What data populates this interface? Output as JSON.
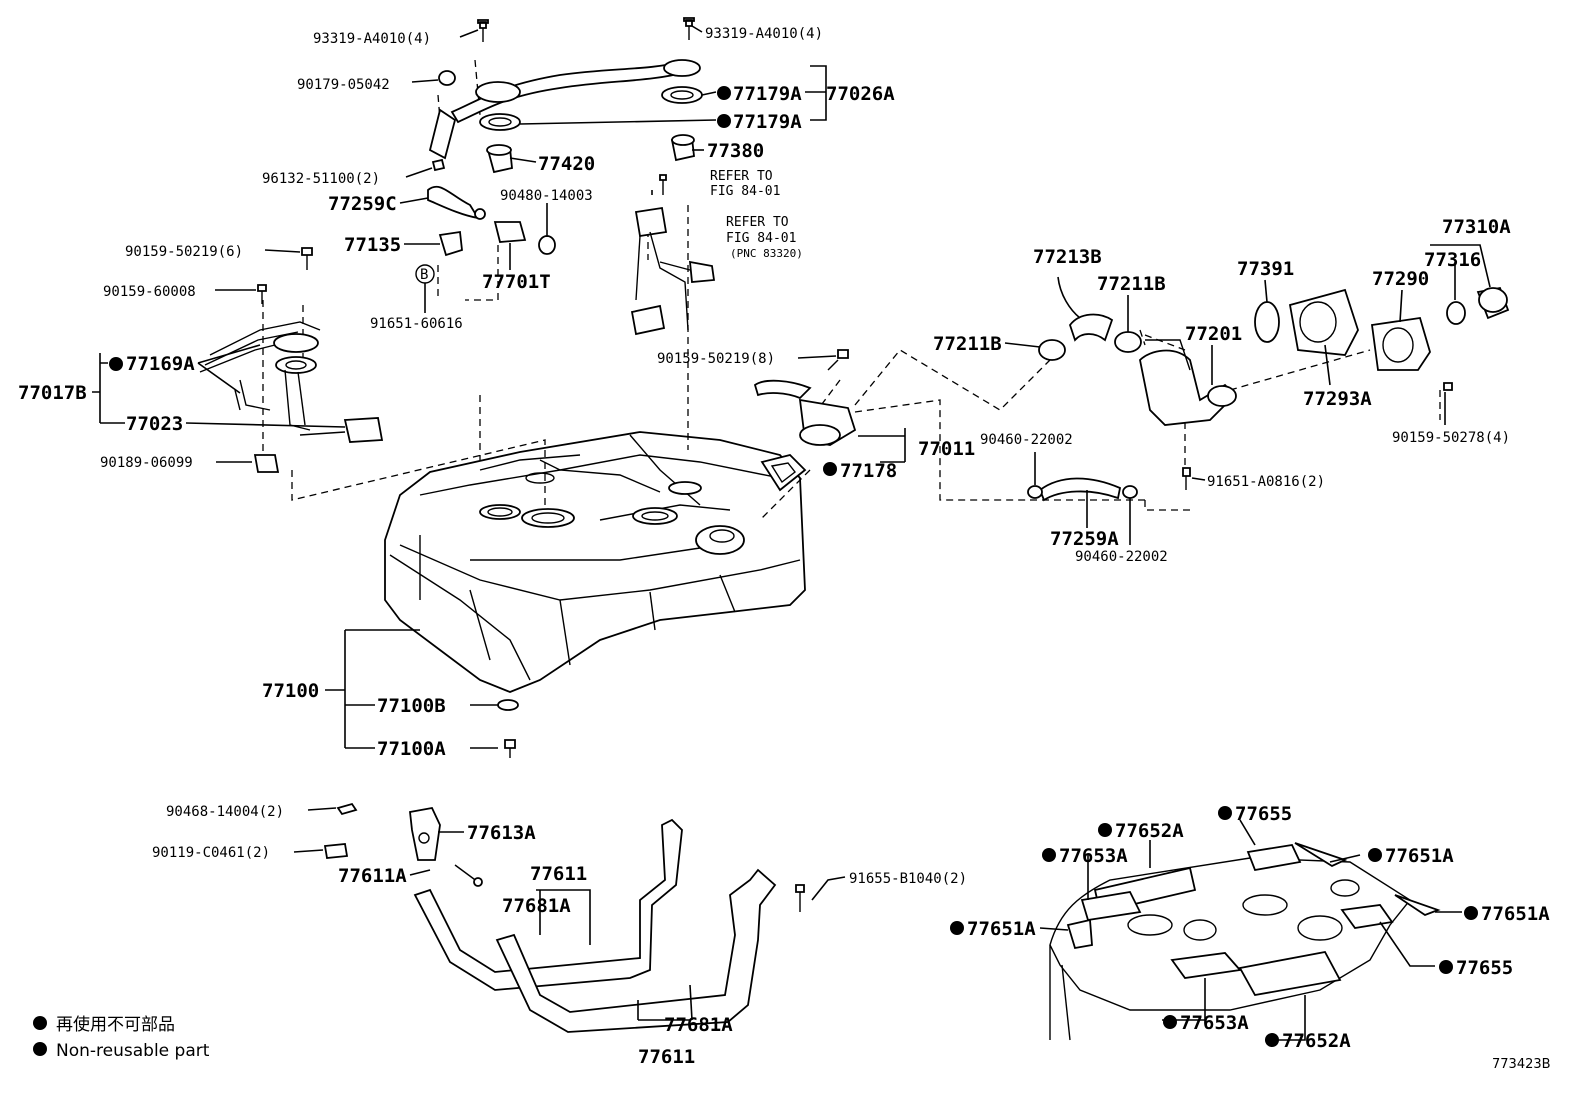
{
  "figure_id": "773423B",
  "legend": {
    "jp": "再使用不可部品",
    "en": "Non-reusable part"
  },
  "refs": {
    "refer_1a": "REFER TO",
    "refer_1b": "FIG 84-01",
    "refer_2a": "REFER TO",
    "refer_2b": "FIG 84-01",
    "refer_2c": "(PNC 83320)"
  },
  "parts": {
    "p93319_left": "93319-A4010(4)",
    "p93319_right": "93319-A4010(4)",
    "p90179": "90179-05042",
    "p77179A_1": "77179A",
    "p77179A_2": "77179A",
    "p77026A": "77026A",
    "p77420": "77420",
    "p77380": "77380",
    "p96132": "96132-51100(2)",
    "p77259C": "77259C",
    "p90480": "90480-14003",
    "p90159_6": "90159-50219(6)",
    "p77135": "77135",
    "p77701T": "77701T",
    "p90159_60008": "90159-60008",
    "p91651_60616": "91651-60616",
    "pB": "B",
    "p77169A": "77169A",
    "p77017B": "77017B",
    "p77023": "77023",
    "p90189": "90189-06099",
    "p90159_8": "90159-50219(8)",
    "p77011": "77011",
    "p77178": "77178",
    "p77213B": "77213B",
    "p77211B_1": "77211B",
    "p77211B_2": "77211B",
    "p77391": "77391",
    "p77310A": "77310A",
    "p77316": "77316",
    "p77290": "77290",
    "p77201": "77201",
    "p77293A": "77293A",
    "p90159_50278": "90159-50278(4)",
    "p90460_1": "90460-22002",
    "p90460_2": "90460-22002",
    "p77259A": "77259A",
    "p91651_A0816": "91651-A0816(2)",
    "p77100": "77100",
    "p77100B": "77100B",
    "p77100A": "77100A",
    "p90468": "90468-14004(2)",
    "p77613A": "77613A",
    "p90119": "90119-C0461(2)",
    "p77611A": "77611A",
    "p77611_1": "77611",
    "p77681A_1": "77681A",
    "p91655": "91655-B1040(2)",
    "p77681A_2": "77681A",
    "p77611_2": "77611",
    "p77655_1": "77655",
    "p77652A_1": "77652A",
    "p77653A_1": "77653A",
    "p77651A_1": "77651A",
    "p77651A_2": "77651A",
    "p77651A_3": "77651A",
    "p77655_2": "77655",
    "p77653A_2": "77653A",
    "p77652A_2": "77652A"
  }
}
